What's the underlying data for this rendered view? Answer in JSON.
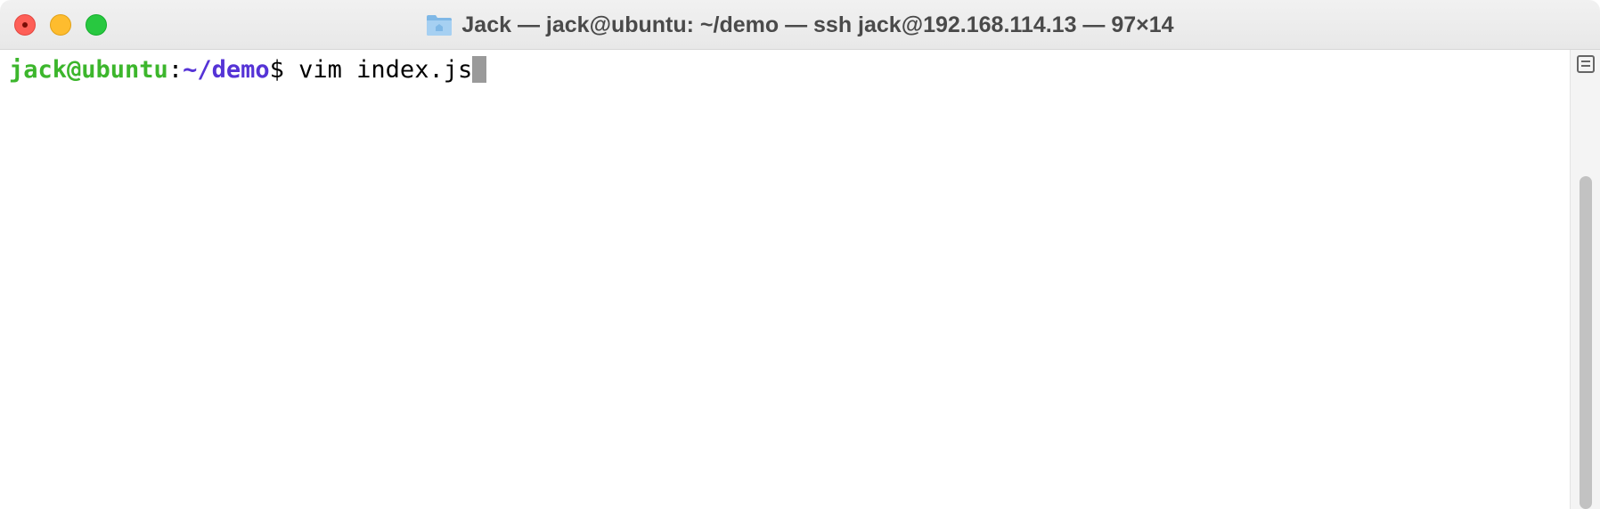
{
  "window": {
    "title": "Jack — jack@ubuntu: ~/demo — ssh jack@192.168.114.13 — 97×14",
    "title_icon": "folder-icon"
  },
  "terminal": {
    "prompt_user_host": "jack@ubuntu",
    "prompt_colon": ":",
    "prompt_path": "~/demo",
    "prompt_symbol": "$",
    "command": " vim index.js"
  },
  "colors": {
    "user_host": "#3cb62c",
    "path": "#5533d6",
    "close": "#fe5f57",
    "minimize": "#febc2e",
    "zoom": "#28c840",
    "cursor": "#9a9a9a"
  }
}
